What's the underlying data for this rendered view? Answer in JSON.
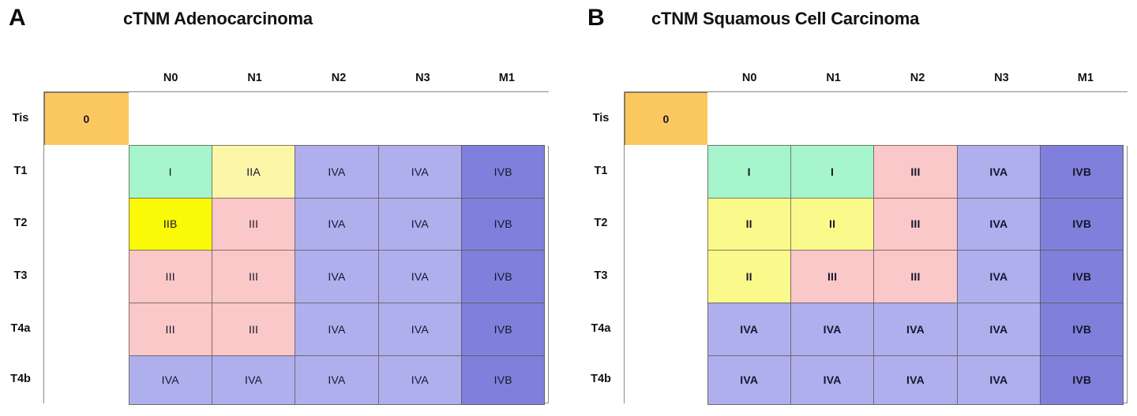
{
  "panels": [
    {
      "letter": "A",
      "title": "cTNM Adenocarcinoma",
      "column_headers": [
        "N0",
        "N1",
        "N2",
        "N3",
        "M1"
      ],
      "row_labels": [
        "Tis",
        "T1",
        "T2",
        "T3",
        "T4a",
        "T4b"
      ],
      "tis_value": "0",
      "rows": [
        [
          "I",
          "IIA",
          "IVA",
          "IVA",
          "IVB"
        ],
        [
          "IIB",
          "III",
          "IVA",
          "IVA",
          "IVB"
        ],
        [
          "III",
          "III",
          "IVA",
          "IVA",
          "IVB"
        ],
        [
          "III",
          "III",
          "IVA",
          "IVA",
          "IVB"
        ],
        [
          "IVA",
          "IVA",
          "IVA",
          "IVA",
          "IVB"
        ]
      ],
      "row_colors": [
        [
          "mint",
          "paleyellow",
          "periwinkle",
          "periwinkle",
          "blueviolet"
        ],
        [
          "yellow",
          "pink",
          "periwinkle",
          "periwinkle",
          "blueviolet"
        ],
        [
          "pink",
          "pink",
          "periwinkle",
          "periwinkle",
          "blueviolet"
        ],
        [
          "pink",
          "pink",
          "periwinkle",
          "periwinkle",
          "blueviolet"
        ],
        [
          "periwinkle",
          "periwinkle",
          "periwinkle",
          "periwinkle",
          "blueviolet"
        ]
      ]
    },
    {
      "letter": "B",
      "title": "cTNM Squamous Cell Carcinoma",
      "column_headers": [
        "N0",
        "N1",
        "N2",
        "N3",
        "M1"
      ],
      "row_labels": [
        "Tis",
        "T1",
        "T2",
        "T3",
        "T4a",
        "T4b"
      ],
      "tis_value": "0",
      "rows": [
        [
          "I",
          "I",
          "III",
          "IVA",
          "IVB"
        ],
        [
          "II",
          "II",
          "III",
          "IVA",
          "IVB"
        ],
        [
          "II",
          "III",
          "III",
          "IVA",
          "IVB"
        ],
        [
          "IVA",
          "IVA",
          "IVA",
          "IVA",
          "IVB"
        ],
        [
          "IVA",
          "IVA",
          "IVA",
          "IVA",
          "IVB"
        ]
      ],
      "row_colors": [
        [
          "mint",
          "mint",
          "pink",
          "periwinkle",
          "blueviolet"
        ],
        [
          "yellow",
          "yellow",
          "pink",
          "periwinkle",
          "blueviolet"
        ],
        [
          "yellow",
          "pink",
          "pink",
          "periwinkle",
          "blueviolet"
        ],
        [
          "periwinkle",
          "periwinkle",
          "periwinkle",
          "periwinkle",
          "blueviolet"
        ],
        [
          "periwinkle",
          "periwinkle",
          "periwinkle",
          "periwinkle",
          "blueviolet"
        ]
      ]
    }
  ],
  "colors": {
    "orange": "#FAC85F",
    "mint": "#A6F5CC",
    "paleyellow": "#FBF6A8",
    "yellow_a_iib": "#FAFA08",
    "yellow_b": "#FAFA8C",
    "pink": "#FAC8C8",
    "periwinkle": "#AFAFEE",
    "blueviolet": "#8080DC",
    "white": "#FFFFFF",
    "border": "#8A8A8A",
    "text": "#15152E"
  }
}
